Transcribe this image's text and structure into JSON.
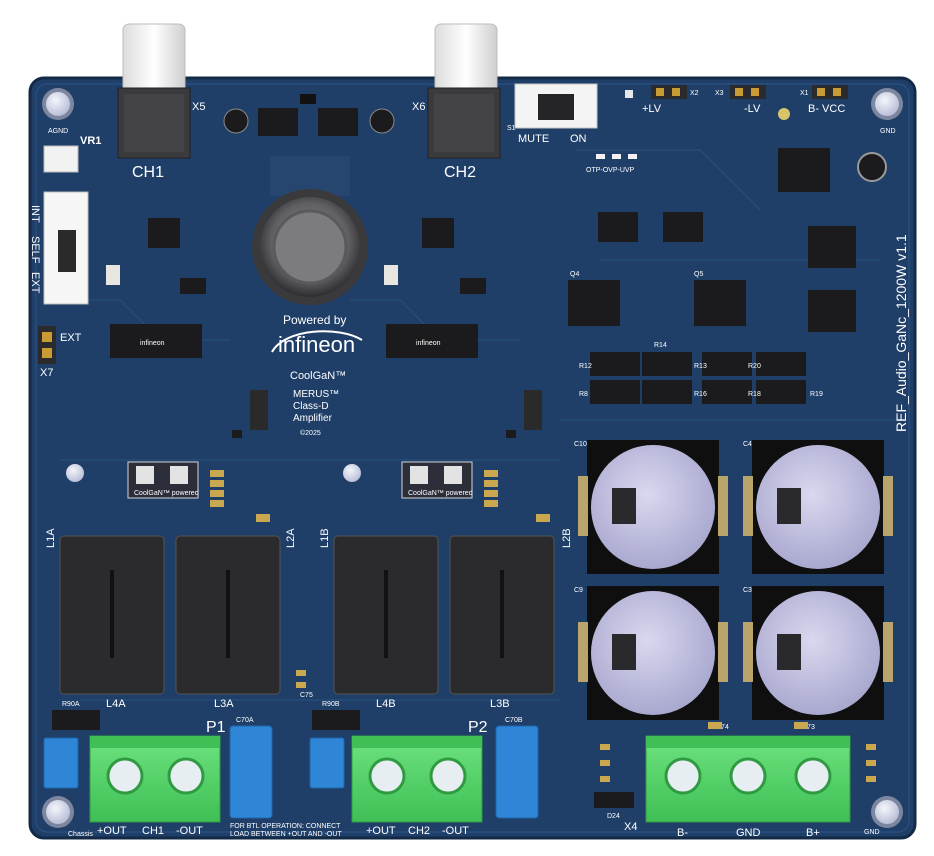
{
  "board": {
    "name": "REF_Audio_GaNc_1200W v1.1",
    "colors": {
      "pcb": "#1e3e66",
      "pcb_edge": "#14304f",
      "terminal": "#56d46a",
      "cap_blue": "#2f86d6",
      "cap_top": "#c8c7e6",
      "inductor": "#2a2a2c",
      "silk": "#ffffff"
    }
  },
  "connectors": {
    "ch1": "CH1",
    "ch2": "CH2",
    "x5": "X5",
    "x6": "X6",
    "x2": "X2",
    "x3": "X3",
    "x1": "X1",
    "x4": "X4",
    "x7": "X7",
    "p1": "P1",
    "p2": "P2",
    "plus_lv": "+LV",
    "minus_lv": "-LV",
    "b_minus_vcc": "B-  VCC",
    "ext_label": "EXT",
    "vr1": "VR1"
  },
  "mode_switch": {
    "int": "INT",
    "self": "SELF",
    "ext": "EXT"
  },
  "mute_switch": {
    "mute": "MUTE",
    "on": "ON"
  },
  "status_leds": "OTP-OVP-UVP",
  "branding": {
    "powered_by": "Powered by",
    "infineon": "infineon",
    "coolgan": "CoolGaN™",
    "merus": "MERUS™",
    "class_d": "Class-D",
    "amplifier": "Amplifier",
    "year": "©2025",
    "small_infineon": "infineon",
    "coolgan_powered": "CoolGaN™ powered"
  },
  "inductors": {
    "l1a": "L1A",
    "l2a": "L2A",
    "l1b": "L1B",
    "l2b": "L2B",
    "l4a": "L4A",
    "l3a": "L3A",
    "l4b": "L4B",
    "l3b": "L3B"
  },
  "terminals": {
    "ch1": {
      "plus": "+OUT",
      "ch": "CH1",
      "minus": "-OUT"
    },
    "ch2": {
      "plus": "+OUT",
      "ch": "CH2",
      "minus": "-OUT"
    },
    "power": {
      "bminus": "B-",
      "gnd": "GND",
      "bplus": "B+"
    },
    "chassis": "Chassis"
  },
  "btl_note": {
    "line1": "FOR BTL OPERATION: CONNECT",
    "line2": "LOAD BETWEEN +OUT AND -OUT"
  },
  "refdes": {
    "c10": "C10",
    "c4": "C4",
    "c9": "C9",
    "c3": "C3",
    "c70a": "C70A",
    "c70b": "C70B",
    "r90a": "R90A",
    "r90b": "R90B",
    "c74": "C74",
    "c73": "C73",
    "c75": "C75",
    "d24": "D24",
    "q4": "Q4",
    "q5": "Q5",
    "agnd": "AGND",
    "gnd": "GND",
    "s1": "S1",
    "r12": "R12",
    "r14": "R14",
    "r13": "R13",
    "r20": "R20",
    "r16": "R16",
    "r8": "R8",
    "r18": "R18",
    "r19": "R19"
  }
}
